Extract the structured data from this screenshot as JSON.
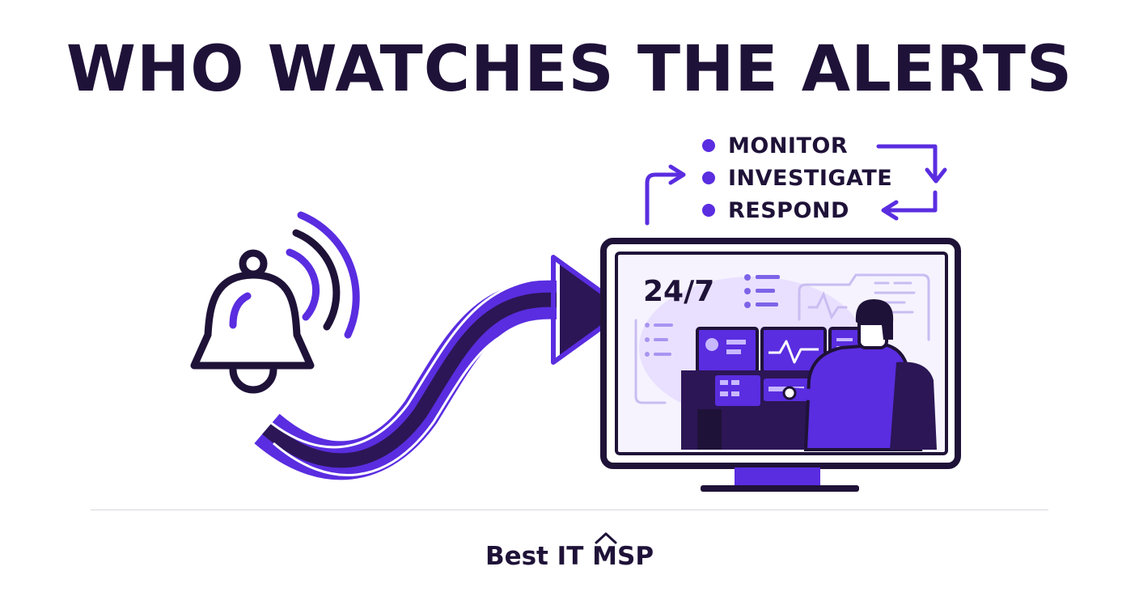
{
  "title": "WHO WATCHES THE ALERTS",
  "steps": [
    {
      "label": "MONITOR"
    },
    {
      "label": "INVESTIGATE"
    },
    {
      "label": "RESPOND"
    }
  ],
  "screen": {
    "badge": "24/7"
  },
  "footer": {
    "brand": "Best IT MSP"
  },
  "colors": {
    "dark": "#1f1238",
    "accent": "#5a2de0",
    "accent_light": "#efeafd"
  },
  "icons": [
    "bell-icon",
    "curved-arrow-icon",
    "monitor-icon",
    "analyst-figure-icon",
    "cycle-arrows-icon"
  ]
}
